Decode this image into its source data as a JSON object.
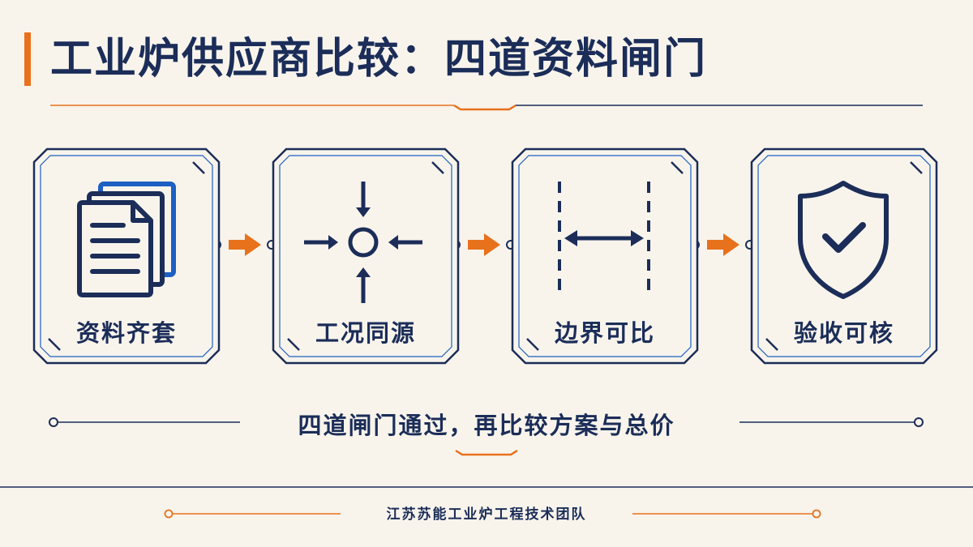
{
  "title": "工业炉供应商比较：四道资料闸门",
  "steps": [
    {
      "label": "资料齐套",
      "icon": "documents-icon"
    },
    {
      "label": "工况同源",
      "icon": "converge-arrows-icon"
    },
    {
      "label": "边界可比",
      "icon": "boundary-measure-icon"
    },
    {
      "label": "验收可核",
      "icon": "shield-check-icon"
    }
  ],
  "summary": "四道闸门通过，再比较方案与总价",
  "footer": "江苏苏能工业炉工程技术团队",
  "colors": {
    "navy": "#1b2d58",
    "blue": "#1d5fc2",
    "orange": "#e8711c",
    "background": "#f8f4ec"
  }
}
